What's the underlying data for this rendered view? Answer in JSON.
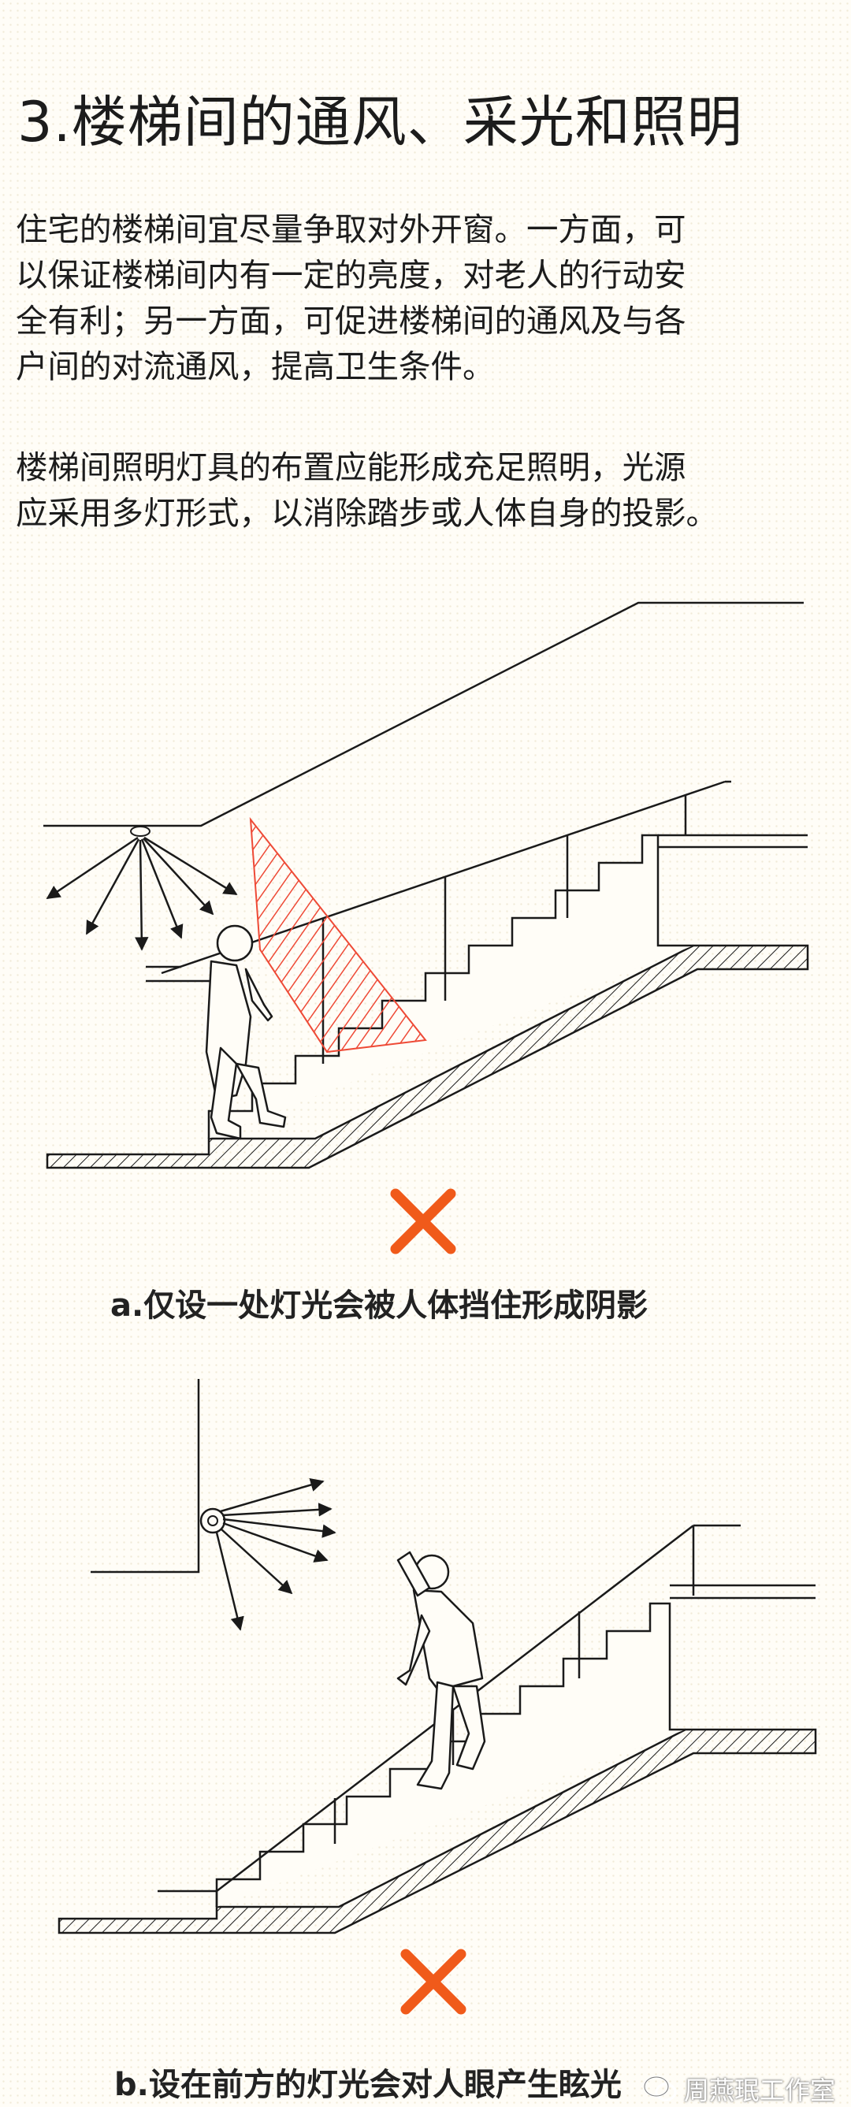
{
  "title": "3.楼梯间的通风、采光和照明",
  "paragraphs": {
    "p1": [
      "住宅的楼梯间宜尽量争取对外开窗。一方面，可",
      "以保证楼梯间内有一定的亮度，对老人的行动安",
      "全有利；另一方面，可促进楼梯间的通风及与各",
      "户间的对流通风，提高卫生条件。"
    ],
    "p2": [
      "楼梯间照明灯具的布置应能形成充足照明，光源",
      "应采用多灯形式，以消除踏步或人体自身的投影。"
    ]
  },
  "figures": {
    "a": {
      "caption": "a.仅设一处灯光会被人体挡住形成阴影",
      "mark": "cross-mark-icon"
    },
    "b": {
      "caption": "b.设在前方的灯光会对人眼产生眩光",
      "mark": "cross-mark-icon"
    }
  },
  "colors": {
    "cross": "#f05a1a",
    "shadow_hatch": "#ee4a36",
    "line": "#1a1a1a"
  },
  "watermark": {
    "text": "周燕珉工作室",
    "icon": "wechat-icon"
  }
}
